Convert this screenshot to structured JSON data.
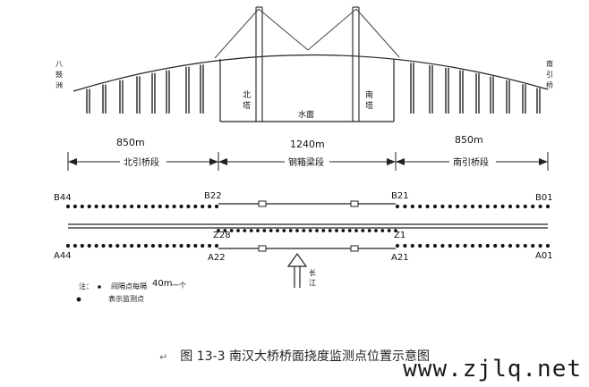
{
  "labels": {
    "left_end": "八\n鼓\n洲",
    "right_end": "南\n引\n桥",
    "north_tower": "北\n塔",
    "south_tower": "南\n塔",
    "water_surface": "水面",
    "span_left": "850m",
    "span_mid": "1240m",
    "span_right": "850m",
    "segment_left": "北引桥段",
    "segment_mid": "钢箱梁段",
    "segment_right": "南引桥段",
    "pt_B44": "B44",
    "pt_B22": "B22",
    "pt_B21": "B21",
    "pt_B01": "B01",
    "pt_Z28": "Z28",
    "pt_Z1": "Z1",
    "pt_A44": "A44",
    "pt_A22": "A22",
    "pt_A21": "A21",
    "pt_A01": "A01",
    "direction": "长\n江",
    "note_prefix": "注：",
    "note_text1": "间隔点每隔",
    "note_distance": "40m",
    "note_text2": "一个",
    "note_text3": "表示监测点"
  },
  "caption": {
    "marker": "↵",
    "text": "图 13-3  南汉大桥桥面挠度监测点位置示意图"
  },
  "watermark": "www.zjlq.net"
}
